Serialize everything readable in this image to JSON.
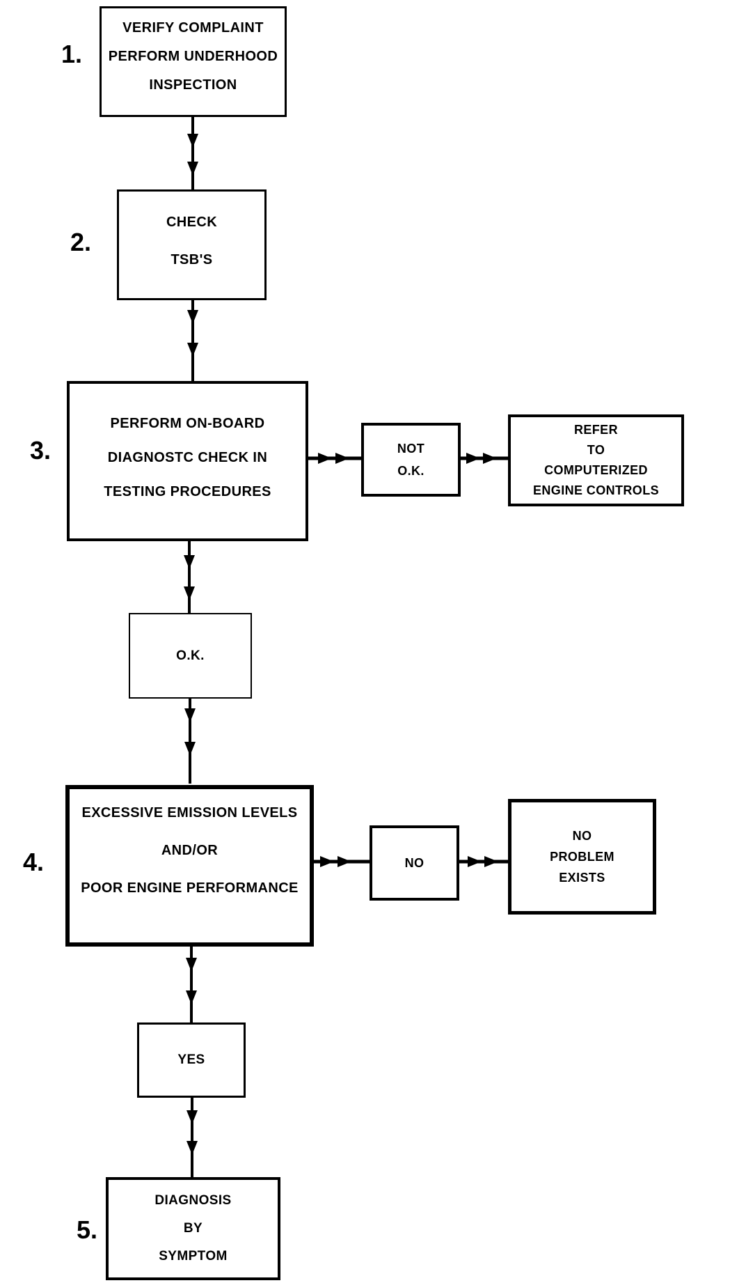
{
  "figure": {
    "type": "flowchart",
    "paper_color": "#ffffff",
    "ink_color": "#000000"
  },
  "steps": [
    {
      "label": "1.",
      "lines": [
        "VERIFY COMPLAINT",
        "PERFORM UNDERHOOD",
        "INSPECTION"
      ]
    },
    {
      "label": "2.",
      "lines": [
        "CHECK",
        "TSB'S"
      ]
    },
    {
      "label": "3.",
      "lines": [
        "PERFORM ON-BOARD",
        "DIAGNOSTC CHECK IN",
        "TESTING PROCEDURES"
      ]
    },
    {
      "label": "4.",
      "lines": [
        "EXCESSIVE EMISSION LEVELS",
        "AND/OR",
        "POOR ENGINE PERFORMANCE"
      ]
    },
    {
      "label": "5.",
      "lines": [
        "DIAGNOSIS",
        "BY",
        "SYMPTOM"
      ]
    }
  ],
  "branches": {
    "not_ok": {
      "lines": [
        "NOT",
        "O.K."
      ]
    },
    "refer": {
      "lines": [
        "REFER",
        "TO",
        "COMPUTERIZED",
        "ENGINE CONTROLS"
      ]
    },
    "ok": {
      "lines": [
        "O.K."
      ]
    },
    "no": {
      "lines": [
        "NO"
      ]
    },
    "no_problem": {
      "lines": [
        "NO",
        "PROBLEM",
        "EXISTS"
      ]
    },
    "yes": {
      "lines": [
        "YES"
      ]
    }
  }
}
